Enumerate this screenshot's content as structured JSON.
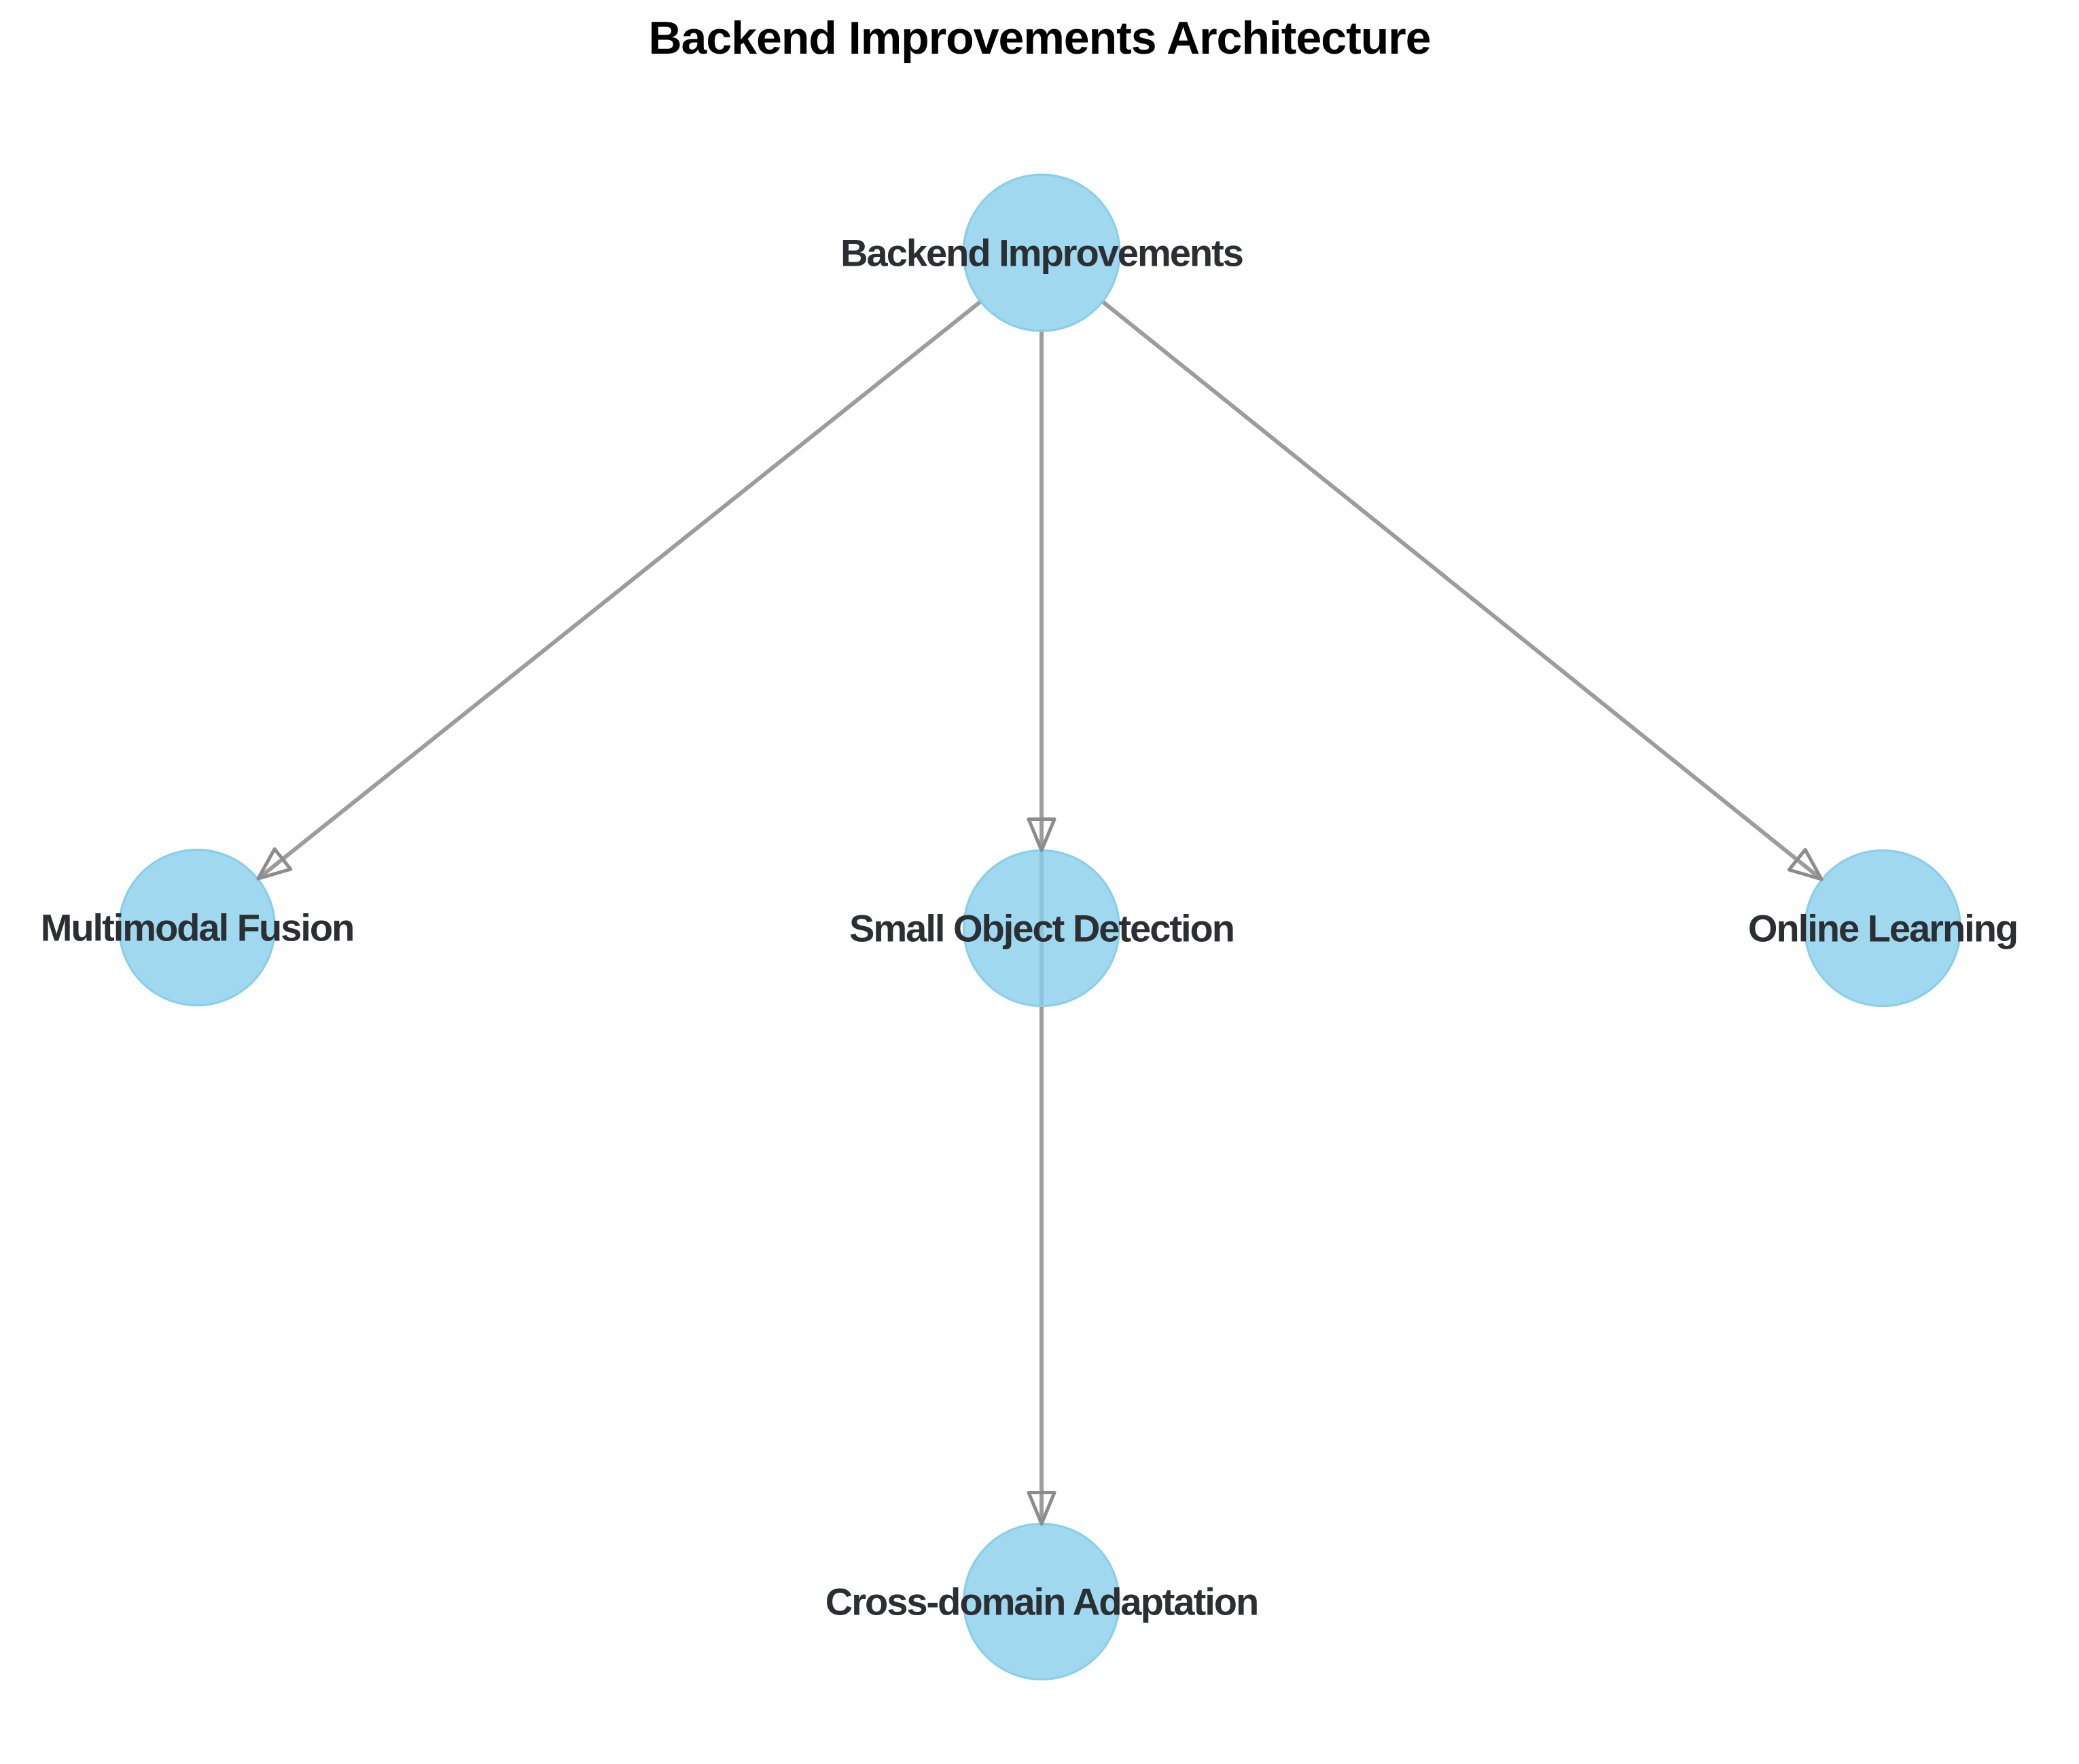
{
  "title": {
    "text": "Backend Improvements Architecture"
  },
  "colors": {
    "background": "#ffffff",
    "node_fill": "#87CEEB",
    "node_fill_opacity": "0.8",
    "node_stroke": "#87CEEB",
    "edge": "#9c9c9c",
    "arrowhead": "#8c8c8c",
    "label": "#2b2f33",
    "title_color": "#000000"
  },
  "graph": {
    "nodes": [
      {
        "id": "backend-improvements",
        "label": "Backend Improvements"
      },
      {
        "id": "multimodal-fusion",
        "label": "Multimodal Fusion"
      },
      {
        "id": "small-object-detection",
        "label": "Small Object Detection"
      },
      {
        "id": "online-learning",
        "label": "Online Learning"
      },
      {
        "id": "cross-domain-adaptation",
        "label": "Cross-domain Adaptation"
      }
    ],
    "edges": [
      {
        "from": "Backend Improvements",
        "to": "Multimodal Fusion"
      },
      {
        "from": "Backend Improvements",
        "to": "Small Object Detection"
      },
      {
        "from": "Backend Improvements",
        "to": "Online Learning"
      },
      {
        "from": "Small Object Detection",
        "to": "Cross-domain Adaptation"
      }
    ]
  }
}
